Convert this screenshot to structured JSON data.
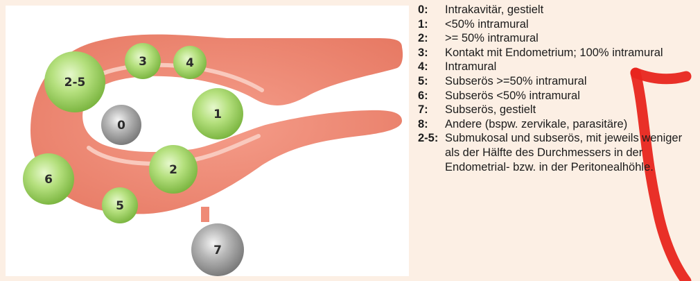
{
  "diagram": {
    "nodes": [
      {
        "id": "2-5",
        "kind": "submucosal-subserosal",
        "fill": "green"
      },
      {
        "id": "3",
        "kind": "contact-endometrium",
        "fill": "green"
      },
      {
        "id": "4",
        "kind": "intramural",
        "fill": "green"
      },
      {
        "id": "0",
        "kind": "intracavitary-pedunculated",
        "fill": "grey"
      },
      {
        "id": "1",
        "kind": "intramural-lt-50",
        "fill": "green"
      },
      {
        "id": "2",
        "kind": "intramural-gte-50",
        "fill": "green"
      },
      {
        "id": "6",
        "kind": "subserosal-lt-50",
        "fill": "green"
      },
      {
        "id": "5",
        "kind": "subserosal-gte-50",
        "fill": "green"
      },
      {
        "id": "7",
        "kind": "subserosal-pedunculated",
        "fill": "grey"
      }
    ]
  },
  "legend": {
    "items": [
      {
        "key": "0:",
        "text": "Intrakavitär, gestielt"
      },
      {
        "key": "1:",
        "text": "<50% intramural"
      },
      {
        "key": "2:",
        "text": ">= 50% intramural"
      },
      {
        "key": "3:",
        "text": "Kontakt mit Endometrium; 100% intramural"
      },
      {
        "key": "4:",
        "text": "Intramural"
      },
      {
        "key": "5:",
        "text": "Subserös >=50% intramural"
      },
      {
        "key": "6:",
        "text": "Subserös <50% intramural"
      },
      {
        "key": "7:",
        "text": "Subserös, gestielt"
      },
      {
        "key": "8:",
        "text": "Andere (bspw. zervikale, parasitäre)"
      },
      {
        "key": "2-5:",
        "text": "Submukosal und subserös, mit jeweils weniger als der Hälfte des Durchmessers in der Endometrial- bzw. in der Peritonealhöhle."
      }
    ]
  },
  "colors": {
    "page_background": "#fcefe4",
    "uterus_wall": "#ef8a76",
    "uterus_lining": "#f9c9bd",
    "fibroid_green": "#9dd45f",
    "fibroid_grey": "#9a9a9a",
    "watermark": "#e8251e"
  }
}
